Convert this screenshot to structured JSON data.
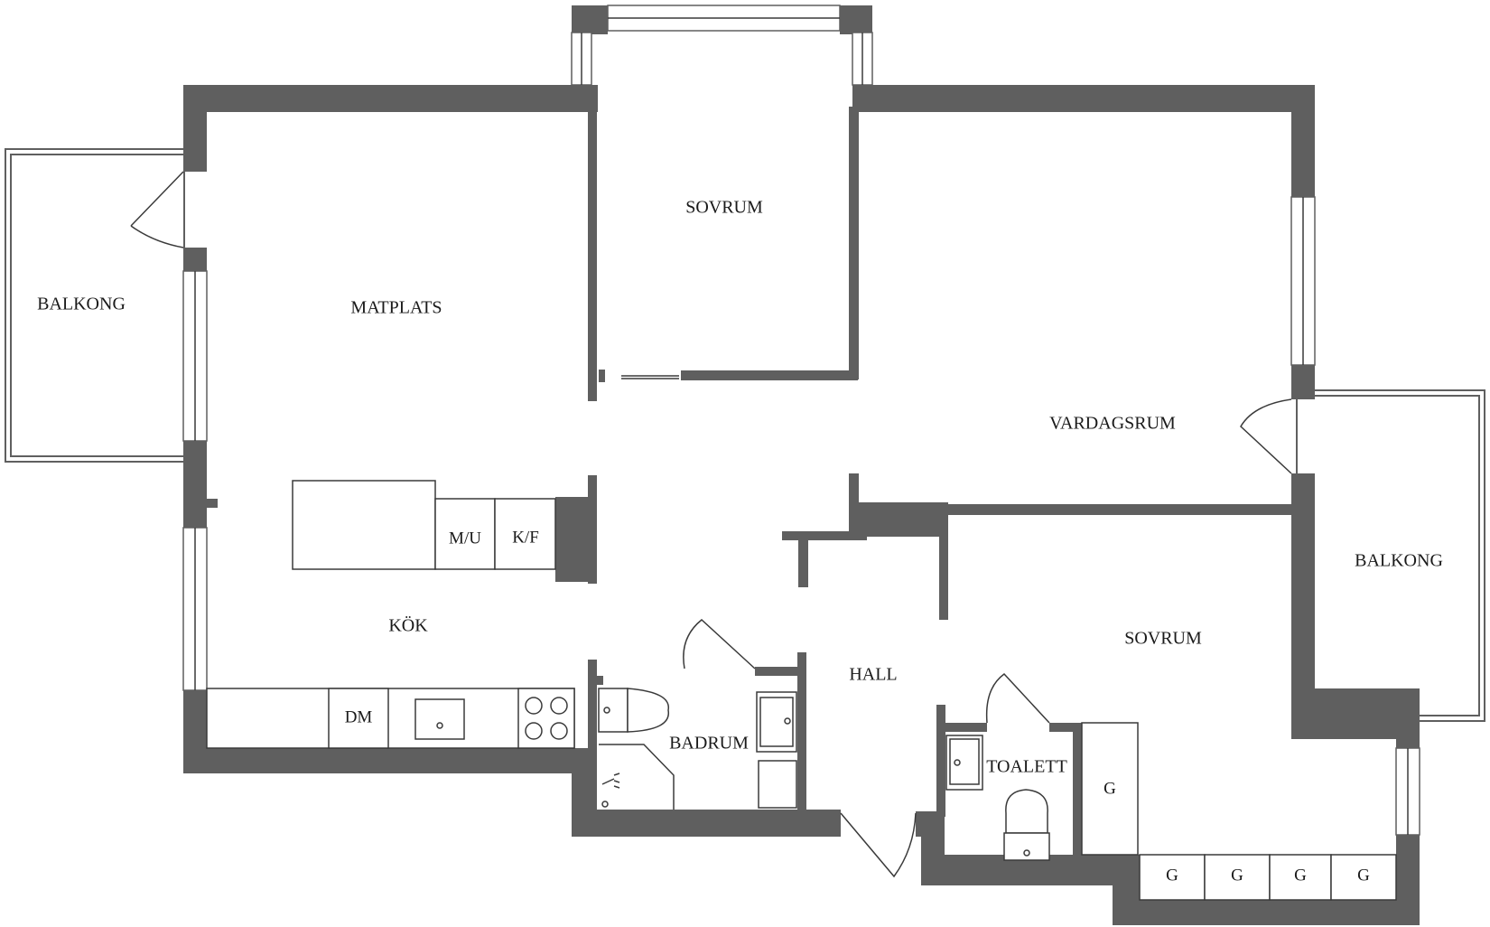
{
  "plan": {
    "rooms": [
      {
        "key": "balkong_left",
        "label": "BALKONG"
      },
      {
        "key": "matplats",
        "label": "MATPLATS"
      },
      {
        "key": "sovrum_top",
        "label": "SOVRUM"
      },
      {
        "key": "vardagsrum",
        "label": "VARDAGSRUM"
      },
      {
        "key": "balkong_right",
        "label": "BALKONG"
      },
      {
        "key": "kok",
        "label": "KÖK"
      },
      {
        "key": "hall",
        "label": "HALL"
      },
      {
        "key": "badrum",
        "label": "BADRUM"
      },
      {
        "key": "sovrum_bottom",
        "label": "SOVRUM"
      },
      {
        "key": "toalett",
        "label": "TOALETT"
      }
    ],
    "fixtures": {
      "microwave": "M/U",
      "fridge_freezer": "K/F",
      "dishwasher": "DM",
      "wardrobe": "G"
    }
  }
}
